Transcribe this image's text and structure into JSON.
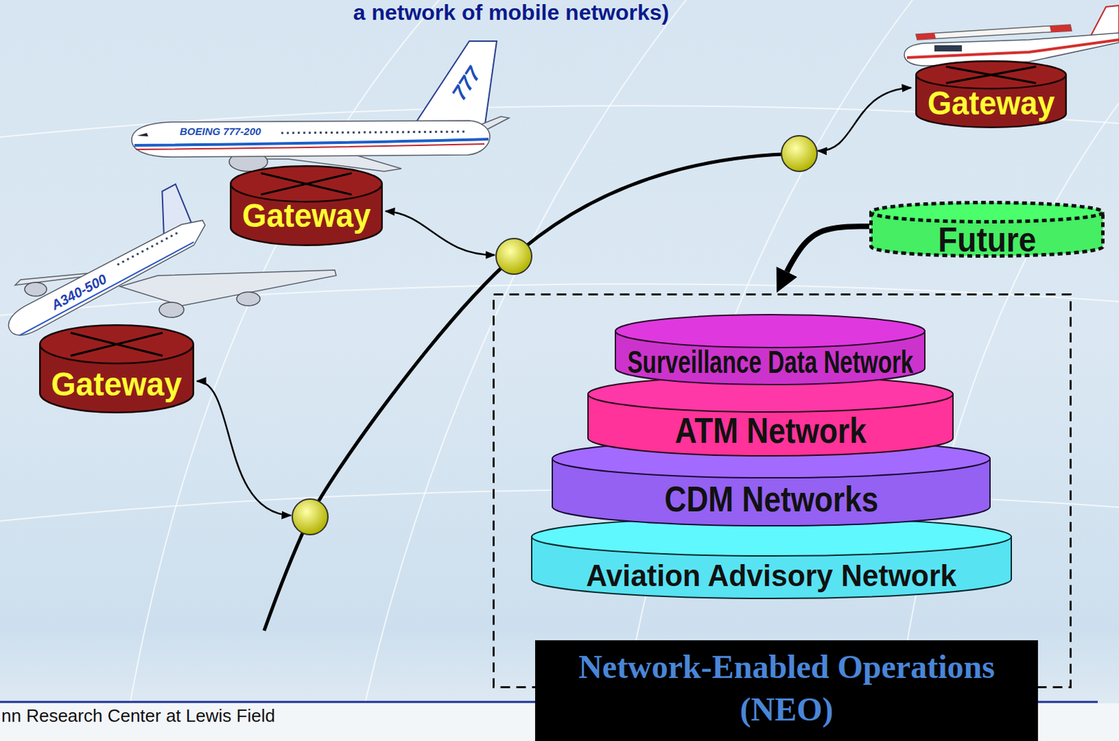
{
  "diagram": {
    "title": "a network of mobile networks)",
    "nodes": [
      {
        "text": [
          "Gateway"
        ]
      },
      {
        "text": [
          "Gateway"
        ]
      },
      {
        "text": [
          "Future"
        ]
      },
      {
        "text": [
          "Gateway"
        ]
      },
      {
        "text": [
          "Network-Enabled Operations (NEO)"
        ]
      },
      {
        "text": [
          "Surveillance Data Network"
        ],
        "in": 4
      },
      {
        "text": [
          "ATM Network"
        ],
        "in": 4
      },
      {
        "text": [
          "CDM Networks"
        ],
        "in": 4
      },
      {
        "text": [
          "Aviation Advisory Network"
        ],
        "in": 4
      }
    ],
    "edges": [
      {
        "from": 2,
        "to": 4,
        "arrow": "to"
      }
    ],
    "labels": [
      "777",
      "BOEING 777-200",
      "A340-500",
      "nn Research Center at Lewis Field"
    ]
  }
}
